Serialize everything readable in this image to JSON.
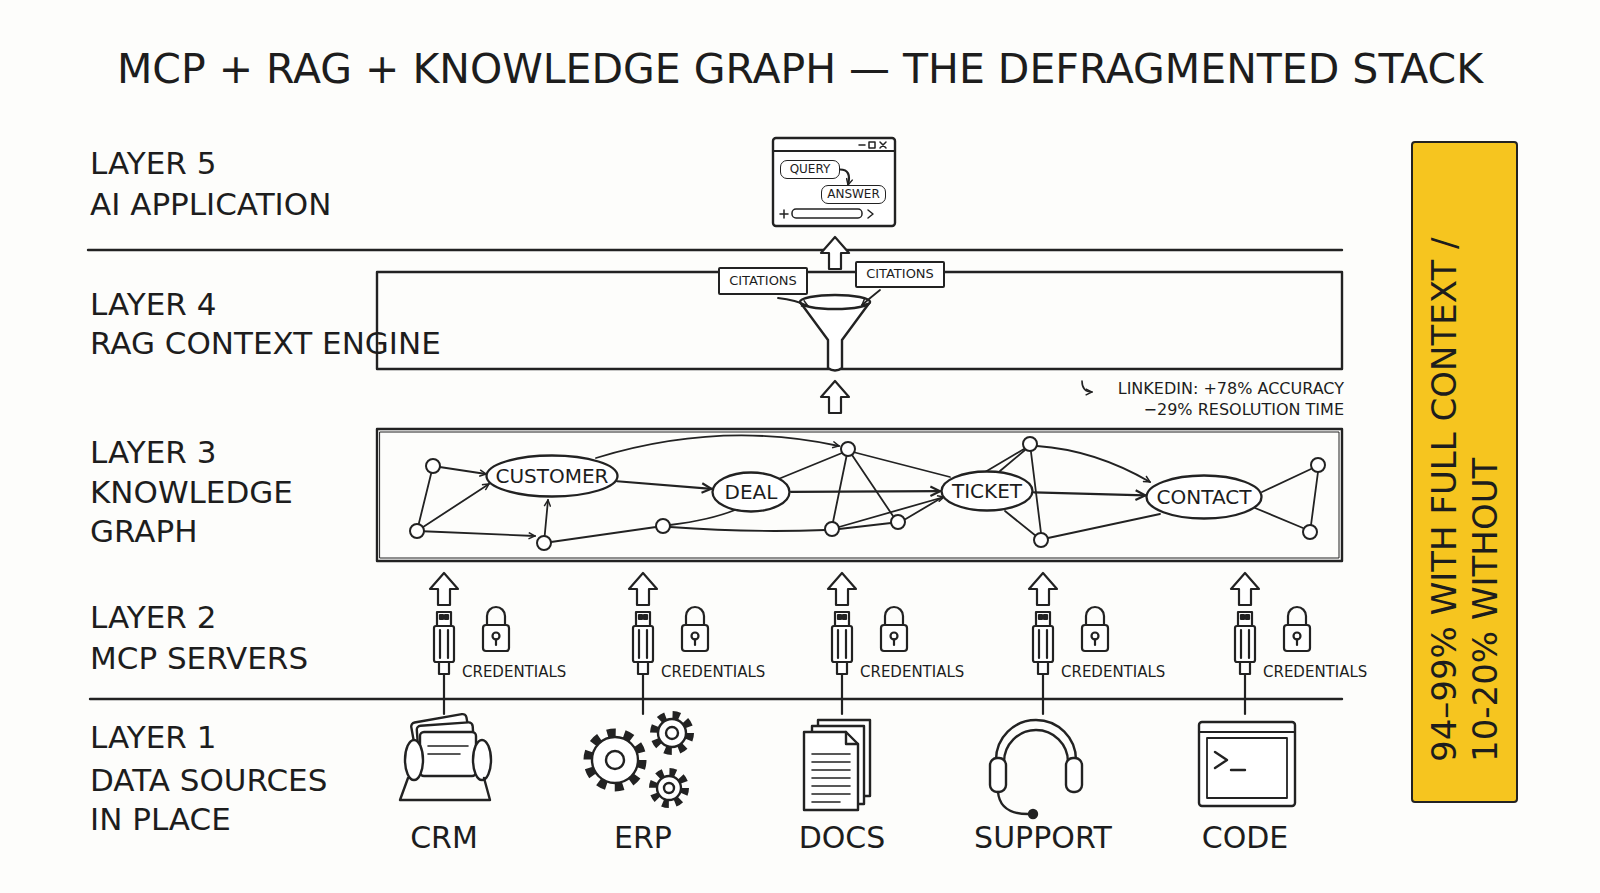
{
  "diagram": {
    "title": "MCP + RAG + KNOWLEDGE GRAPH — THE DEFRAGMENTED STACK",
    "nodes": [
      {
        "text": [
          "QUERY"
        ]
      },
      {
        "text": [
          "ANSWER"
        ]
      },
      {
        "text": [
          "CITATIONS"
        ]
      },
      {
        "text": [
          "CITATIONS"
        ]
      },
      {
        "text": [
          "CUSTOMER"
        ]
      },
      {
        "text": [
          "DEAL"
        ]
      },
      {
        "text": [
          "TICKET"
        ]
      },
      {
        "text": [
          "CONTACT"
        ]
      },
      {
        "text": [
          "94–99% WITH FULL CONTEXT / 10-20% WITHOUT"
        ]
      }
    ],
    "edges": [
      {
        "from": 0,
        "to": 1,
        "arrow": "to"
      },
      {
        "from": 4,
        "to": 5,
        "arrow": "to"
      },
      {
        "from": 5,
        "to": 6,
        "arrow": "to"
      },
      {
        "from": 6,
        "to": 7,
        "arrow": "to"
      }
    ],
    "labels": [
      "LAYER 5",
      "AI APPLICATION",
      "LAYER 4",
      "RAG CONTEXT ENGINE",
      "LAYER 3",
      "KNOWLEDGE GRAPH",
      "LAYER 2",
      "MCP SERVERS",
      "LAYER 1",
      "DATA SOURCES IN PLACE",
      "LINKEDIN: +78% ACCURACY",
      "−29% RESOLUTION TIME",
      "CREDENTIALS",
      "CREDENTIALS",
      "CREDENTIALS",
      "CREDENTIALS",
      "CREDENTIALS",
      "CRM",
      "ERP",
      "DOCS",
      "SUPPORT",
      "CODE"
    ]
  }
}
